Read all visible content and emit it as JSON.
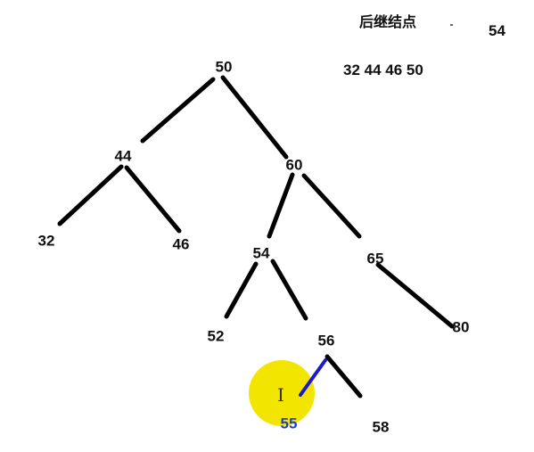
{
  "header": {
    "successor_title": "后继结点",
    "successor_value": "54",
    "traversal": "32 44 46 50"
  },
  "colors": {
    "edge": "#000000",
    "highlight_edge": "#1a1acc",
    "highlight_node_text": "#1f3fbf",
    "cursor_spot": "#f2e600",
    "text": "#111111"
  },
  "tree": {
    "nodes": [
      {
        "id": "n50",
        "label": "50"
      },
      {
        "id": "n44",
        "label": "44"
      },
      {
        "id": "n60",
        "label": "60"
      },
      {
        "id": "n32",
        "label": "32"
      },
      {
        "id": "n46",
        "label": "46"
      },
      {
        "id": "n54",
        "label": "54"
      },
      {
        "id": "n65",
        "label": "65"
      },
      {
        "id": "n52",
        "label": "52"
      },
      {
        "id": "n56",
        "label": "56"
      },
      {
        "id": "n80",
        "label": "80"
      },
      {
        "id": "n55",
        "label": "55",
        "highlight": true
      },
      {
        "id": "n58",
        "label": "58"
      }
    ],
    "edges": [
      {
        "from": "n50",
        "to": "n44"
      },
      {
        "from": "n50",
        "to": "n60"
      },
      {
        "from": "n44",
        "to": "n32"
      },
      {
        "from": "n44",
        "to": "n46"
      },
      {
        "from": "n60",
        "to": "n54"
      },
      {
        "from": "n60",
        "to": "n65"
      },
      {
        "from": "n54",
        "to": "n52"
      },
      {
        "from": "n54",
        "to": "n56"
      },
      {
        "from": "n65",
        "to": "n80"
      },
      {
        "from": "n56",
        "to": "n55",
        "highlight": true
      },
      {
        "from": "n56",
        "to": "n58"
      }
    ]
  },
  "cursor": {
    "icon": "text-cursor-icon",
    "glyph": "I"
  }
}
